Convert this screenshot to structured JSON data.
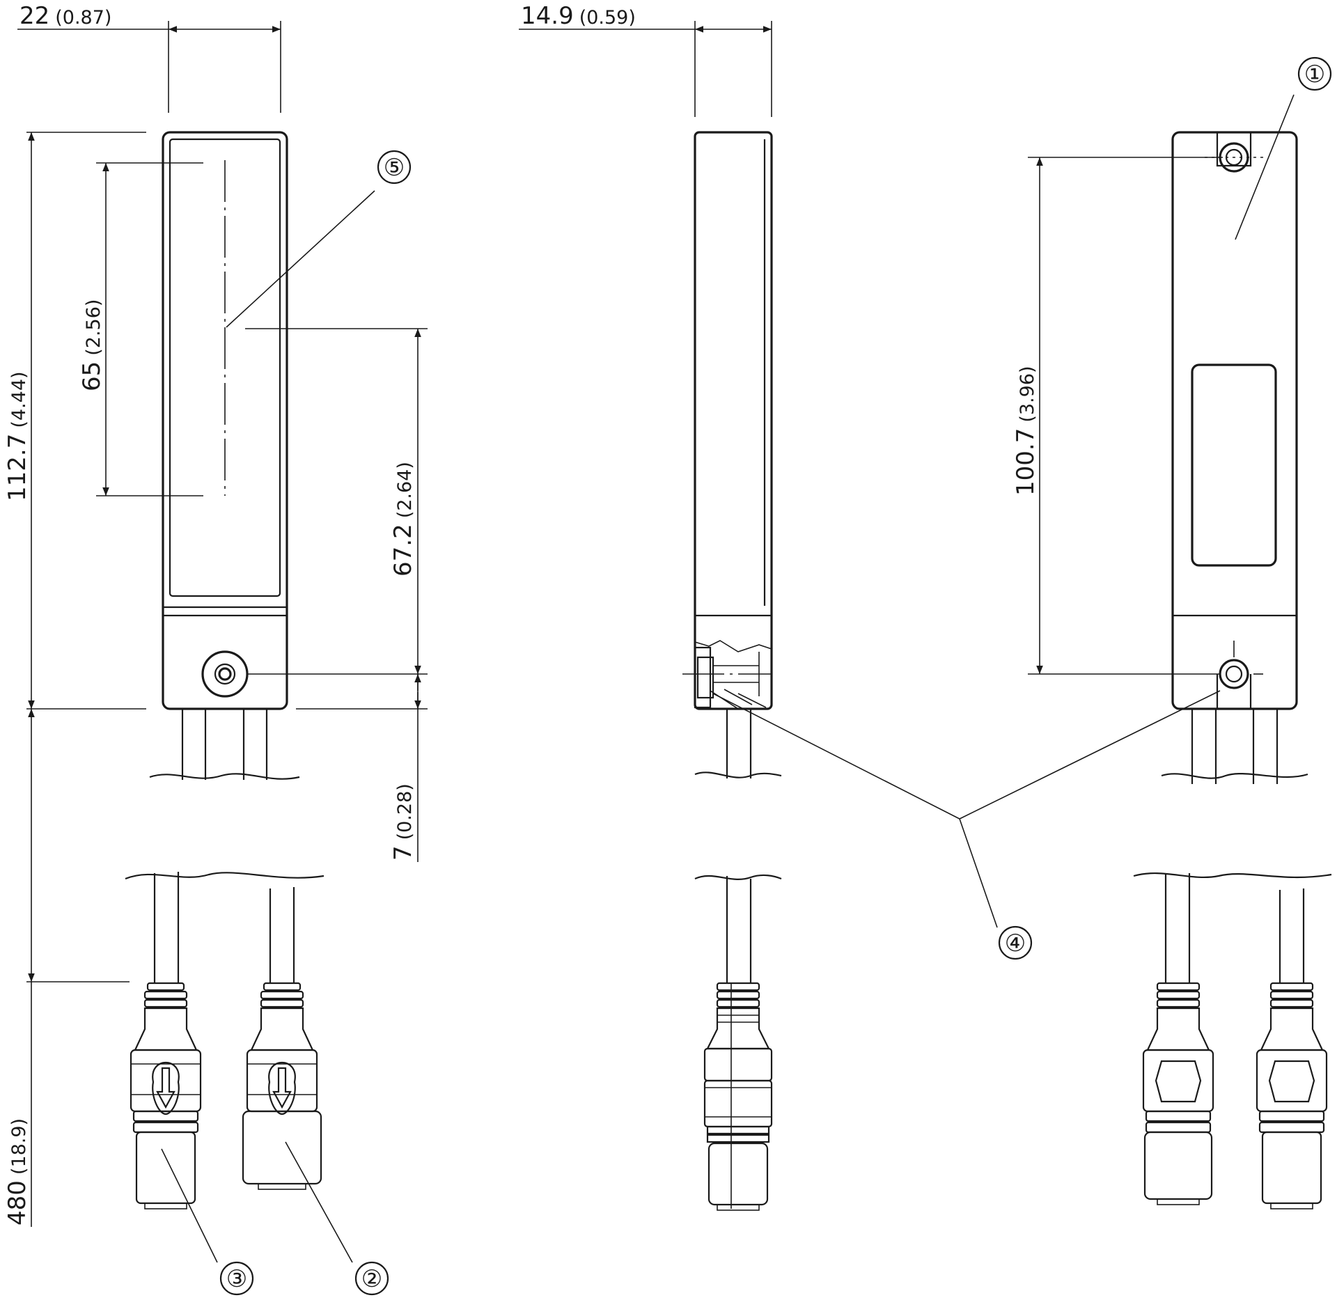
{
  "dimensions": {
    "front_width": {
      "value": "22",
      "inch": "(0.87)"
    },
    "side_width": {
      "value": "14.9",
      "inch": "(0.59)"
    },
    "total_height": {
      "value": "112.7",
      "inch": "(4.44)"
    },
    "sensing_range": {
      "value": "65",
      "inch": "(2.56)"
    },
    "center_to_hole": {
      "value": "67.2",
      "inch": "(2.64)"
    },
    "hole_to_bottom": {
      "value": "7",
      "inch": "(0.28)"
    },
    "hole_spacing": {
      "value": "100.7",
      "inch": "(3.96)"
    },
    "cable_length": {
      "value": "480",
      "inch": "(18.9)"
    }
  },
  "callouts": {
    "c1": "①",
    "c2": "②",
    "c3": "③",
    "c4": "④",
    "c5": "⑤"
  }
}
